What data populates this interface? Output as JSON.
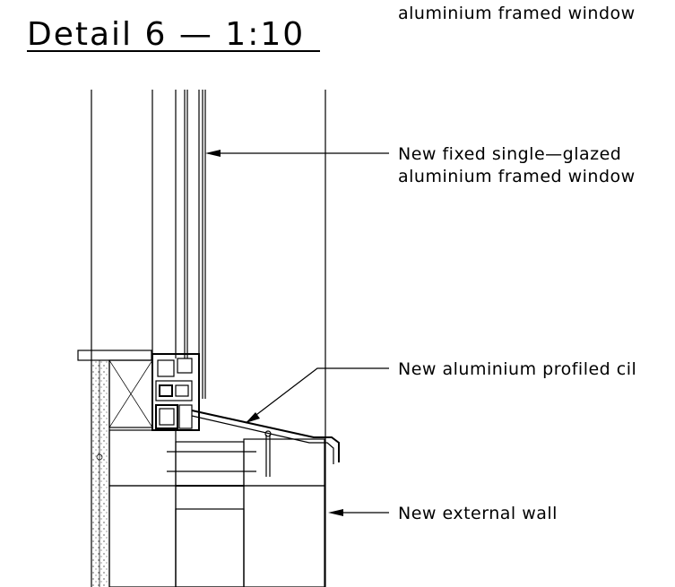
{
  "title": "Detail 6 — 1:10",
  "labels": {
    "top_cut": "aluminium framed window",
    "window_line1": "New fixed single—glazed",
    "window_line2": "aluminium framed window",
    "cill": "New aluminium profiled cil",
    "wall": "New external wall"
  },
  "colors": {
    "ink": "#000000",
    "paper": "#ffffff"
  }
}
